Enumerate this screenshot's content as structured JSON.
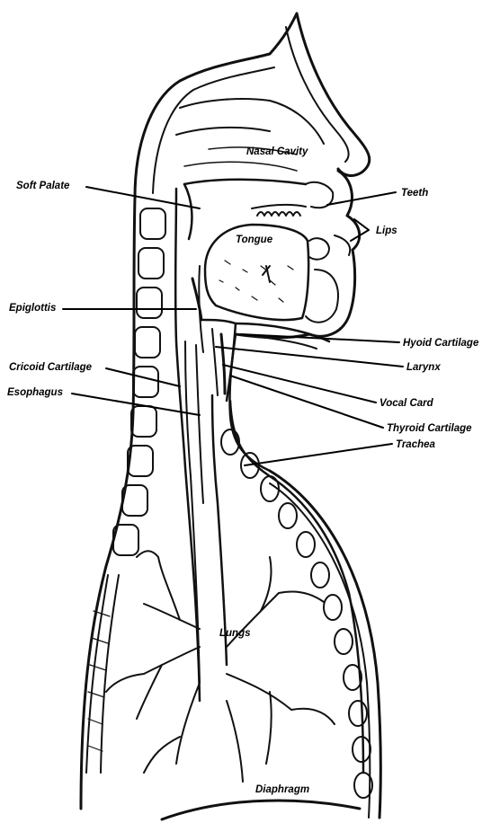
{
  "diagram": {
    "labels": {
      "nasal_cavity": "Nasal Cavity",
      "soft_palate": "Soft Palate",
      "teeth": "Teeth",
      "lips": "Lips",
      "tongue": "Tongue",
      "epiglottis": "Epiglottis",
      "hyoid_cartilage": "Hyoid Cartilage",
      "larynx": "Larynx",
      "cricoid_cartilage": "Cricoid Cartilage",
      "vocal_cord": "Vocal Card",
      "esophagus": "Esophagus",
      "thyroid_cartilage": "Thyroid Cartilage",
      "trachea": "Trachea",
      "lungs": "Lungs",
      "diaphragm": "Diaphragm"
    },
    "colors": {
      "ink": "#111111",
      "paper": "#ffffff"
    }
  }
}
